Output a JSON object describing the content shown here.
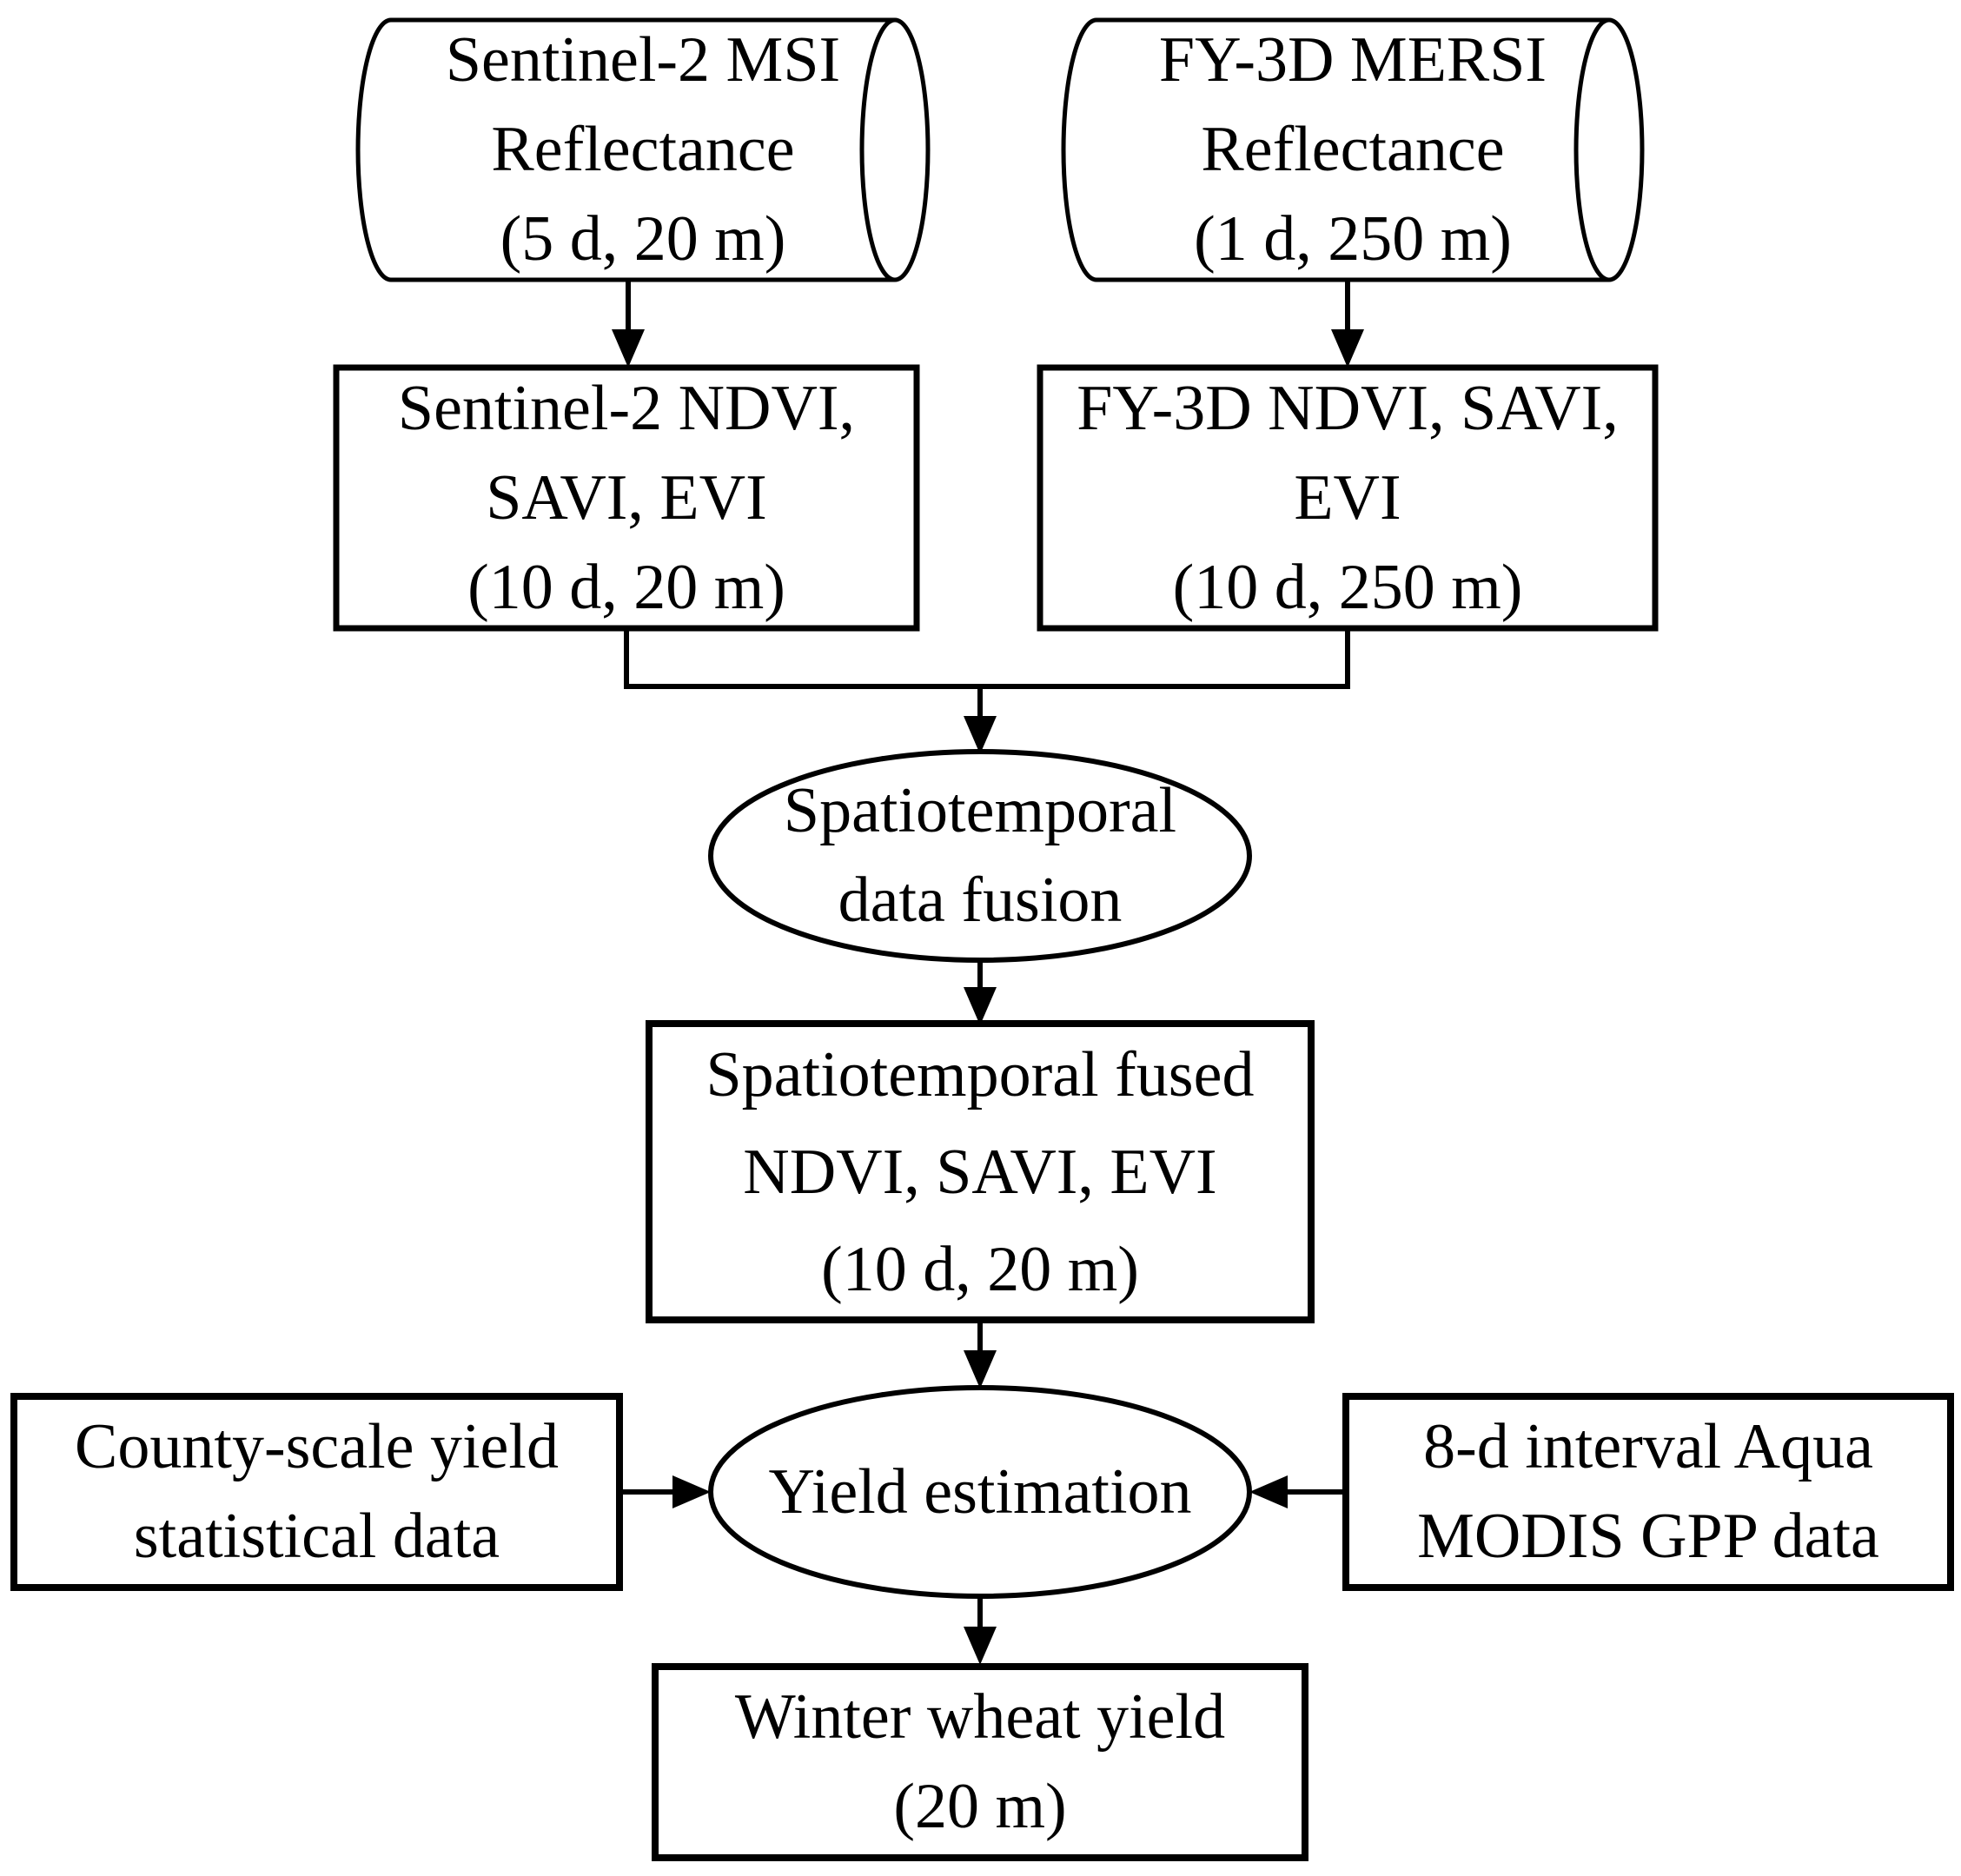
{
  "figure": {
    "type": "flowchart",
    "background_color": "#ffffff",
    "stroke_color": "#000000",
    "text_color": "#000000"
  },
  "nodes": {
    "sentinel2_reflectance": {
      "shape": "cylinder",
      "lines": [
        "Sentinel-2 MSI",
        "Reflectance",
        "(5 d, 20 m)"
      ]
    },
    "fy3d_reflectance": {
      "shape": "cylinder",
      "lines": [
        "FY-3D MERSI",
        "Reflectance",
        "(1 d, 250 m)"
      ]
    },
    "sentinel2_indices": {
      "shape": "rectangle",
      "lines": [
        "Sentinel-2 NDVI,",
        "SAVI, EVI",
        "(10 d, 20 m)"
      ]
    },
    "fy3d_indices": {
      "shape": "rectangle",
      "lines": [
        "FY-3D NDVI, SAVI,",
        "EVI",
        "(10 d, 250 m)"
      ]
    },
    "fusion_process": {
      "shape": "ellipse",
      "lines": [
        "Spatiotemporal",
        "data fusion"
      ]
    },
    "fused_indices": {
      "shape": "rectangle",
      "lines": [
        "Spatiotemporal fused",
        "NDVI, SAVI, EVI",
        "(10 d, 20 m)"
      ]
    },
    "county_yield_data": {
      "shape": "rectangle",
      "lines": [
        "County-scale yield",
        "statistical data"
      ]
    },
    "yield_estimation": {
      "shape": "ellipse",
      "lines": [
        "Yield estimation"
      ]
    },
    "modis_gpp_data": {
      "shape": "rectangle",
      "lines": [
        "8-d interval Aqua",
        "MODIS GPP data"
      ]
    },
    "winter_wheat_yield": {
      "shape": "rectangle",
      "lines": [
        "Winter wheat yield",
        "(20 m)"
      ]
    }
  },
  "edges": [
    {
      "from": "sentinel2_reflectance",
      "to": "sentinel2_indices"
    },
    {
      "from": "fy3d_reflectance",
      "to": "fy3d_indices"
    },
    {
      "from": "sentinel2_indices",
      "to": "fusion_process"
    },
    {
      "from": "fy3d_indices",
      "to": "fusion_process"
    },
    {
      "from": "fusion_process",
      "to": "fused_indices"
    },
    {
      "from": "fused_indices",
      "to": "yield_estimation"
    },
    {
      "from": "county_yield_data",
      "to": "yield_estimation"
    },
    {
      "from": "modis_gpp_data",
      "to": "yield_estimation"
    },
    {
      "from": "yield_estimation",
      "to": "winter_wheat_yield"
    }
  ]
}
